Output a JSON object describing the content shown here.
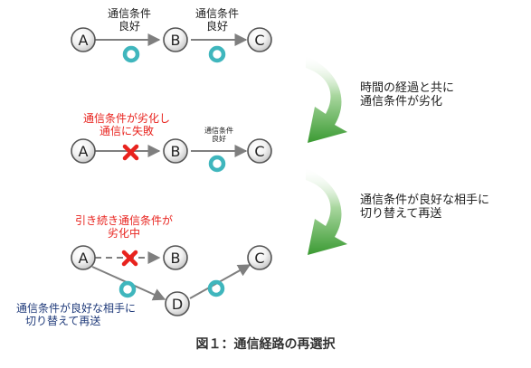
{
  "stages": [
    {
      "nodes": [
        "A",
        "B",
        "C"
      ],
      "links": [
        {
          "from": "A",
          "to": "B",
          "label": [
            "通信条件",
            "良好"
          ],
          "status": "ok"
        },
        {
          "from": "B",
          "to": "C",
          "label": [
            "通信条件",
            "良好"
          ],
          "status": "ok"
        }
      ]
    },
    {
      "nodes": [
        "A",
        "B",
        "C"
      ],
      "note": [
        "通信条件が劣化し",
        "通信に失敗"
      ],
      "links": [
        {
          "from": "A",
          "to": "B",
          "status": "failed"
        },
        {
          "from": "B",
          "to": "C",
          "label": [
            "通信条件",
            "良好"
          ],
          "status": "ok"
        }
      ]
    },
    {
      "nodes": [
        "A",
        "B",
        "C",
        "D"
      ],
      "note": [
        "引き続き通信条件が",
        "劣化中"
      ],
      "side_note": [
        "通信条件が良好な相手に",
        "切り替えて再送"
      ],
      "links": [
        {
          "from": "A",
          "to": "B",
          "status": "failed-dashed"
        },
        {
          "from": "A",
          "to": "D",
          "status": "ok"
        },
        {
          "from": "D",
          "to": "C",
          "status": "ok"
        }
      ]
    }
  ],
  "transitions": [
    {
      "text": [
        "時間の経過と共に",
        "通信条件が劣化"
      ]
    },
    {
      "text": [
        "通信条件が良好な相手に",
        "切り替えて再送"
      ]
    }
  ],
  "caption": "図１：通信経路の再選択",
  "colors": {
    "ok_marker": "#3fb6bd",
    "fail_marker": "#e8231e",
    "note_red": "#e8231e",
    "note_navy": "#1f3a7a",
    "arrow_green": "#3a9a32",
    "arrow_gray": "#808080"
  },
  "icons": {
    "ok": "circle-ok-icon",
    "fail": "x-mark-icon"
  }
}
